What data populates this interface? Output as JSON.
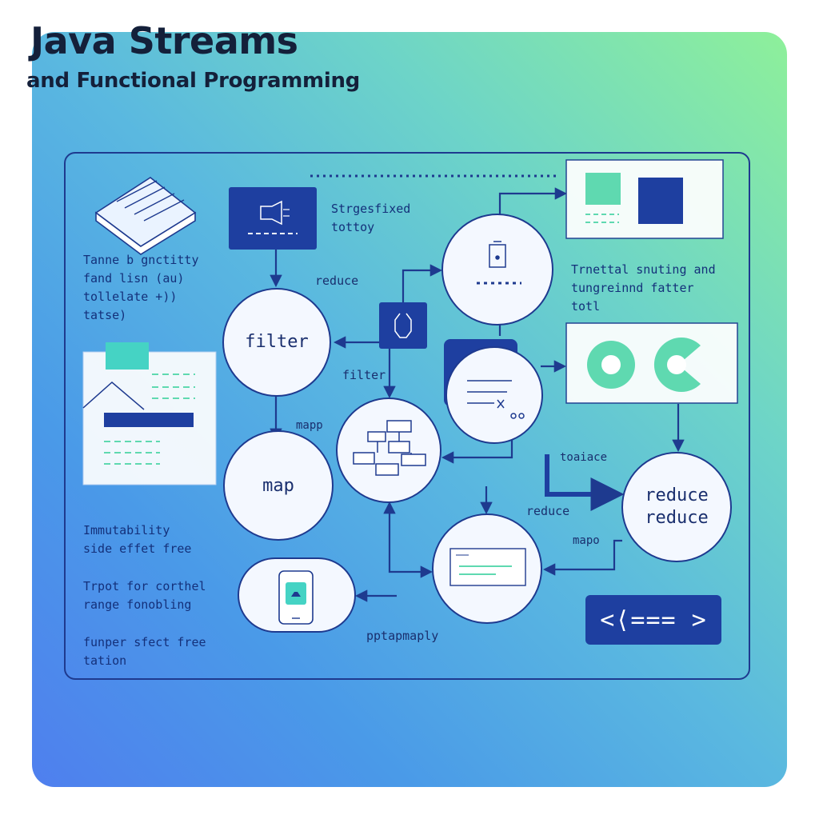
{
  "header": {
    "title": "Java Streams",
    "subtitle": "and Functional Programming"
  },
  "nodes": {
    "filter": "filter",
    "map": "map",
    "reduce": "reduce\nreduce"
  },
  "flow_labels": {
    "reduce_top": "reduce",
    "filter_mid": "filter",
    "mapp": "mapp",
    "toaiace": "toaiace",
    "reduce_lower": "reduce",
    "mapo": "mapo",
    "pptapmaply": "pptapmaply"
  },
  "side_text": {
    "stream_factory": "Strgesfixed\ntottoy",
    "tanne": "Tanne b gnctitty\nfand lisn (au)\ntollelate +))\ntatse)",
    "trnettal": "Trnettal snuting and\ntungreinnd fatter\ntotl",
    "immutability": "Immutability\nside effet free",
    "trpot": "Trpot for corthel\nrange fonobling",
    "funper": "funper sfect free\ntation"
  },
  "code_badge": "<⟨=== >",
  "colors": {
    "navy": "#1e3a8f",
    "brand_blue": "#1e3fa0",
    "mint": "#5fd9b0",
    "card_gradient_start": "#4f7fee",
    "card_gradient_end": "#8ef09a"
  },
  "icons": [
    "book-icon",
    "funnel-icon",
    "phone-icon",
    "document-icon",
    "split-icon",
    "flowchart-icon",
    "lock-icon",
    "checklist-icon",
    "ring-icon",
    "code-icon"
  ]
}
